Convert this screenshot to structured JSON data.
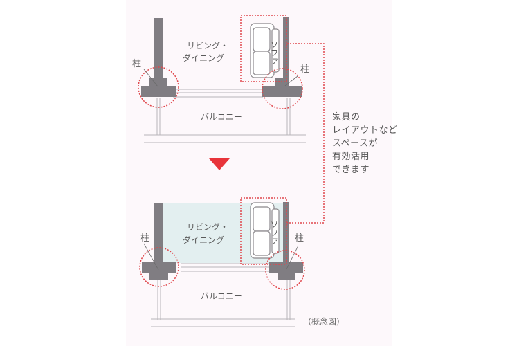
{
  "diagram": {
    "colors": {
      "panel_bg": "#fdf8fb",
      "column_gray": "#807d82",
      "accent_red": "#e8343a",
      "dashed_red": "#e0474c",
      "room_tint": "#e3eff0",
      "line_gray": "#b8b4b8"
    },
    "top": {
      "room_label_line1": "リビング・",
      "room_label_line2": "ダイニング",
      "sofa_label": "ソファ",
      "column_left_label": "柱",
      "column_right_label": "柱",
      "balcony_label": "バルコニー"
    },
    "arrow": {
      "icon": "down-triangle-icon"
    },
    "bottom": {
      "room_label_line1": "リビング・",
      "room_label_line2": "ダイニング",
      "sofa_label": "ソファ",
      "column_left_label": "柱",
      "column_right_label": "柱",
      "balcony_label": "バルコニー"
    },
    "note": {
      "lines": [
        "家具の",
        "レイアウトなど",
        "スペースが",
        "有効活用",
        "できます"
      ]
    },
    "caption": "（概念図）"
  }
}
